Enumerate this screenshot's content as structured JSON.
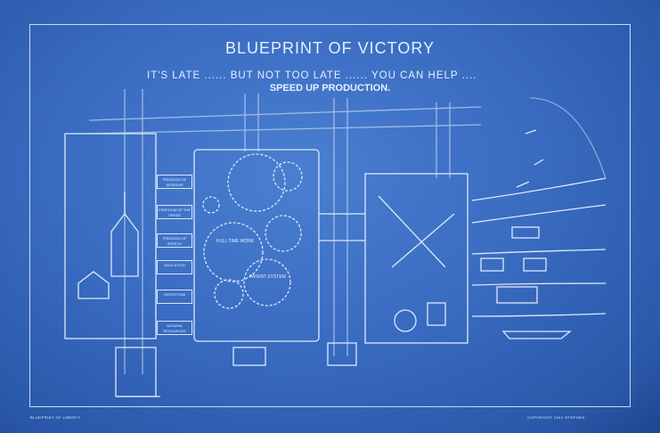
{
  "poster": {
    "title": "BLUEPRINT OF VICTORY",
    "subtitle": "IT'S LATE ...... BUT NOT TOO LATE ...... YOU CAN HELP ....",
    "call_to_action": "SPEED UP PRODUCTION.",
    "drawers": [
      "FREEDOM OF WORSHIP",
      "FREEDOM OF THE PRESS",
      "FREEDOM OF SPEECH",
      "EDUCATION",
      "PATRIOTISM",
      "NATURAL RESOURCES"
    ],
    "gears": [
      "FULL TIME WORK",
      "PATENT SYSTEM"
    ],
    "footer_left": "BLUEPRINT OF LIBERTY",
    "footer_right": "COPYRIGHT 1941 STEPHEN"
  },
  "colors": {
    "paper": "#3a6cc2",
    "ink": "#e6f0ff"
  }
}
